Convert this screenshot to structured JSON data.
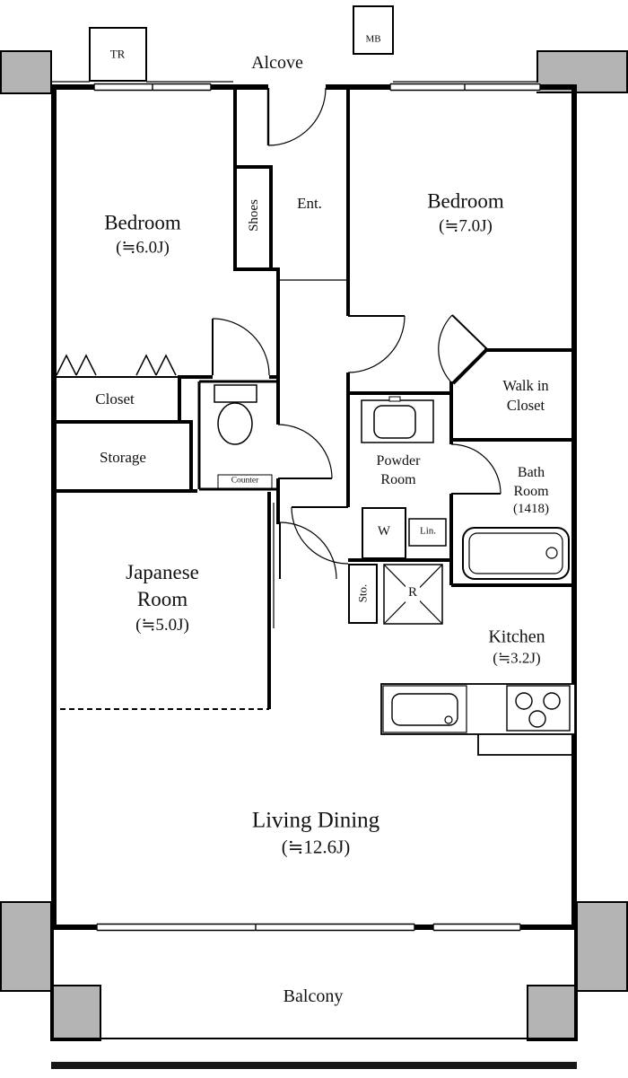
{
  "floorplan": {
    "alcove": {
      "label": "Alcove"
    },
    "trunk_room": {
      "label": "TR"
    },
    "meter_box": {
      "label": "MB"
    },
    "bedroom_left": {
      "name": "Bedroom",
      "size": "(≒6.0J)"
    },
    "bedroom_right": {
      "name": "Bedroom",
      "size": "(≒7.0J)"
    },
    "shoes": {
      "label": "Shoes"
    },
    "entrance": {
      "label": "Ent."
    },
    "closet": {
      "label": "Closet"
    },
    "storage": {
      "label": "Storage"
    },
    "walk_in_closet": {
      "line1": "Walk in",
      "line2": "Closet"
    },
    "powder_room": {
      "line1": "Powder",
      "line2": "Room"
    },
    "bath_room": {
      "line1": "Bath",
      "line2": "Room",
      "size": "(1418)"
    },
    "washing_machine": {
      "label": "W"
    },
    "linen": {
      "label": "Lin."
    },
    "hall_storage": {
      "label": "Sto."
    },
    "refrigerator": {
      "label": "R"
    },
    "counter": {
      "label": "Counter"
    },
    "japanese_room": {
      "line1": "Japanese",
      "line2": "Room",
      "size": "(≒5.0J)"
    },
    "kitchen": {
      "name": "Kitchen",
      "size": "(≒3.2J)"
    },
    "living_dining": {
      "name": "Living Dining",
      "size": "(≒12.6J)"
    },
    "balcony": {
      "label": "Balcony"
    }
  },
  "colors": {
    "wall": "#000000",
    "pillar": "#b4b4b4",
    "background": "#ffffff"
  }
}
